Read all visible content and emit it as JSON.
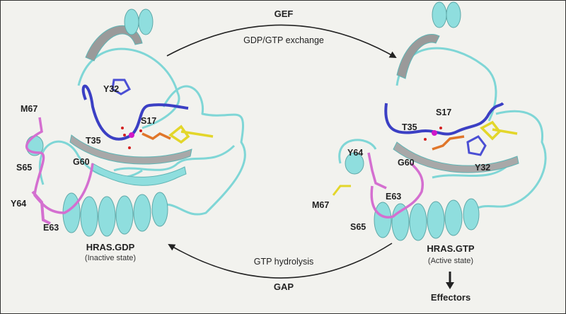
{
  "cycle": {
    "top_enzyme": "GEF",
    "top_process": "GDP/GTP exchange",
    "bottom_process": "GTP hydrolysis",
    "bottom_enzyme": "GAP"
  },
  "left_structure": {
    "title": "HRAS.GDP",
    "subtitle": "(Inactive state)",
    "residues": [
      "Y32",
      "S17",
      "M67",
      "T35",
      "S65",
      "G60",
      "Y64",
      "E63"
    ]
  },
  "right_structure": {
    "title": "HRAS.GTP",
    "subtitle": "(Active state)",
    "downstream": "Effectors",
    "residues": [
      "T35",
      "S17",
      "Y64",
      "G60",
      "Y32",
      "E63",
      "M67",
      "S65"
    ]
  },
  "colors": {
    "background": "#f2f2ee",
    "ribbon": "#7fd6d6",
    "switch1": "#3b3fc4",
    "switch2": "#d46fd0",
    "nucleotide_phosphate": "#e0762a",
    "nucleotide_base": "#e3d62a",
    "magnesium": "#d018c8",
    "water": "#d42020"
  }
}
